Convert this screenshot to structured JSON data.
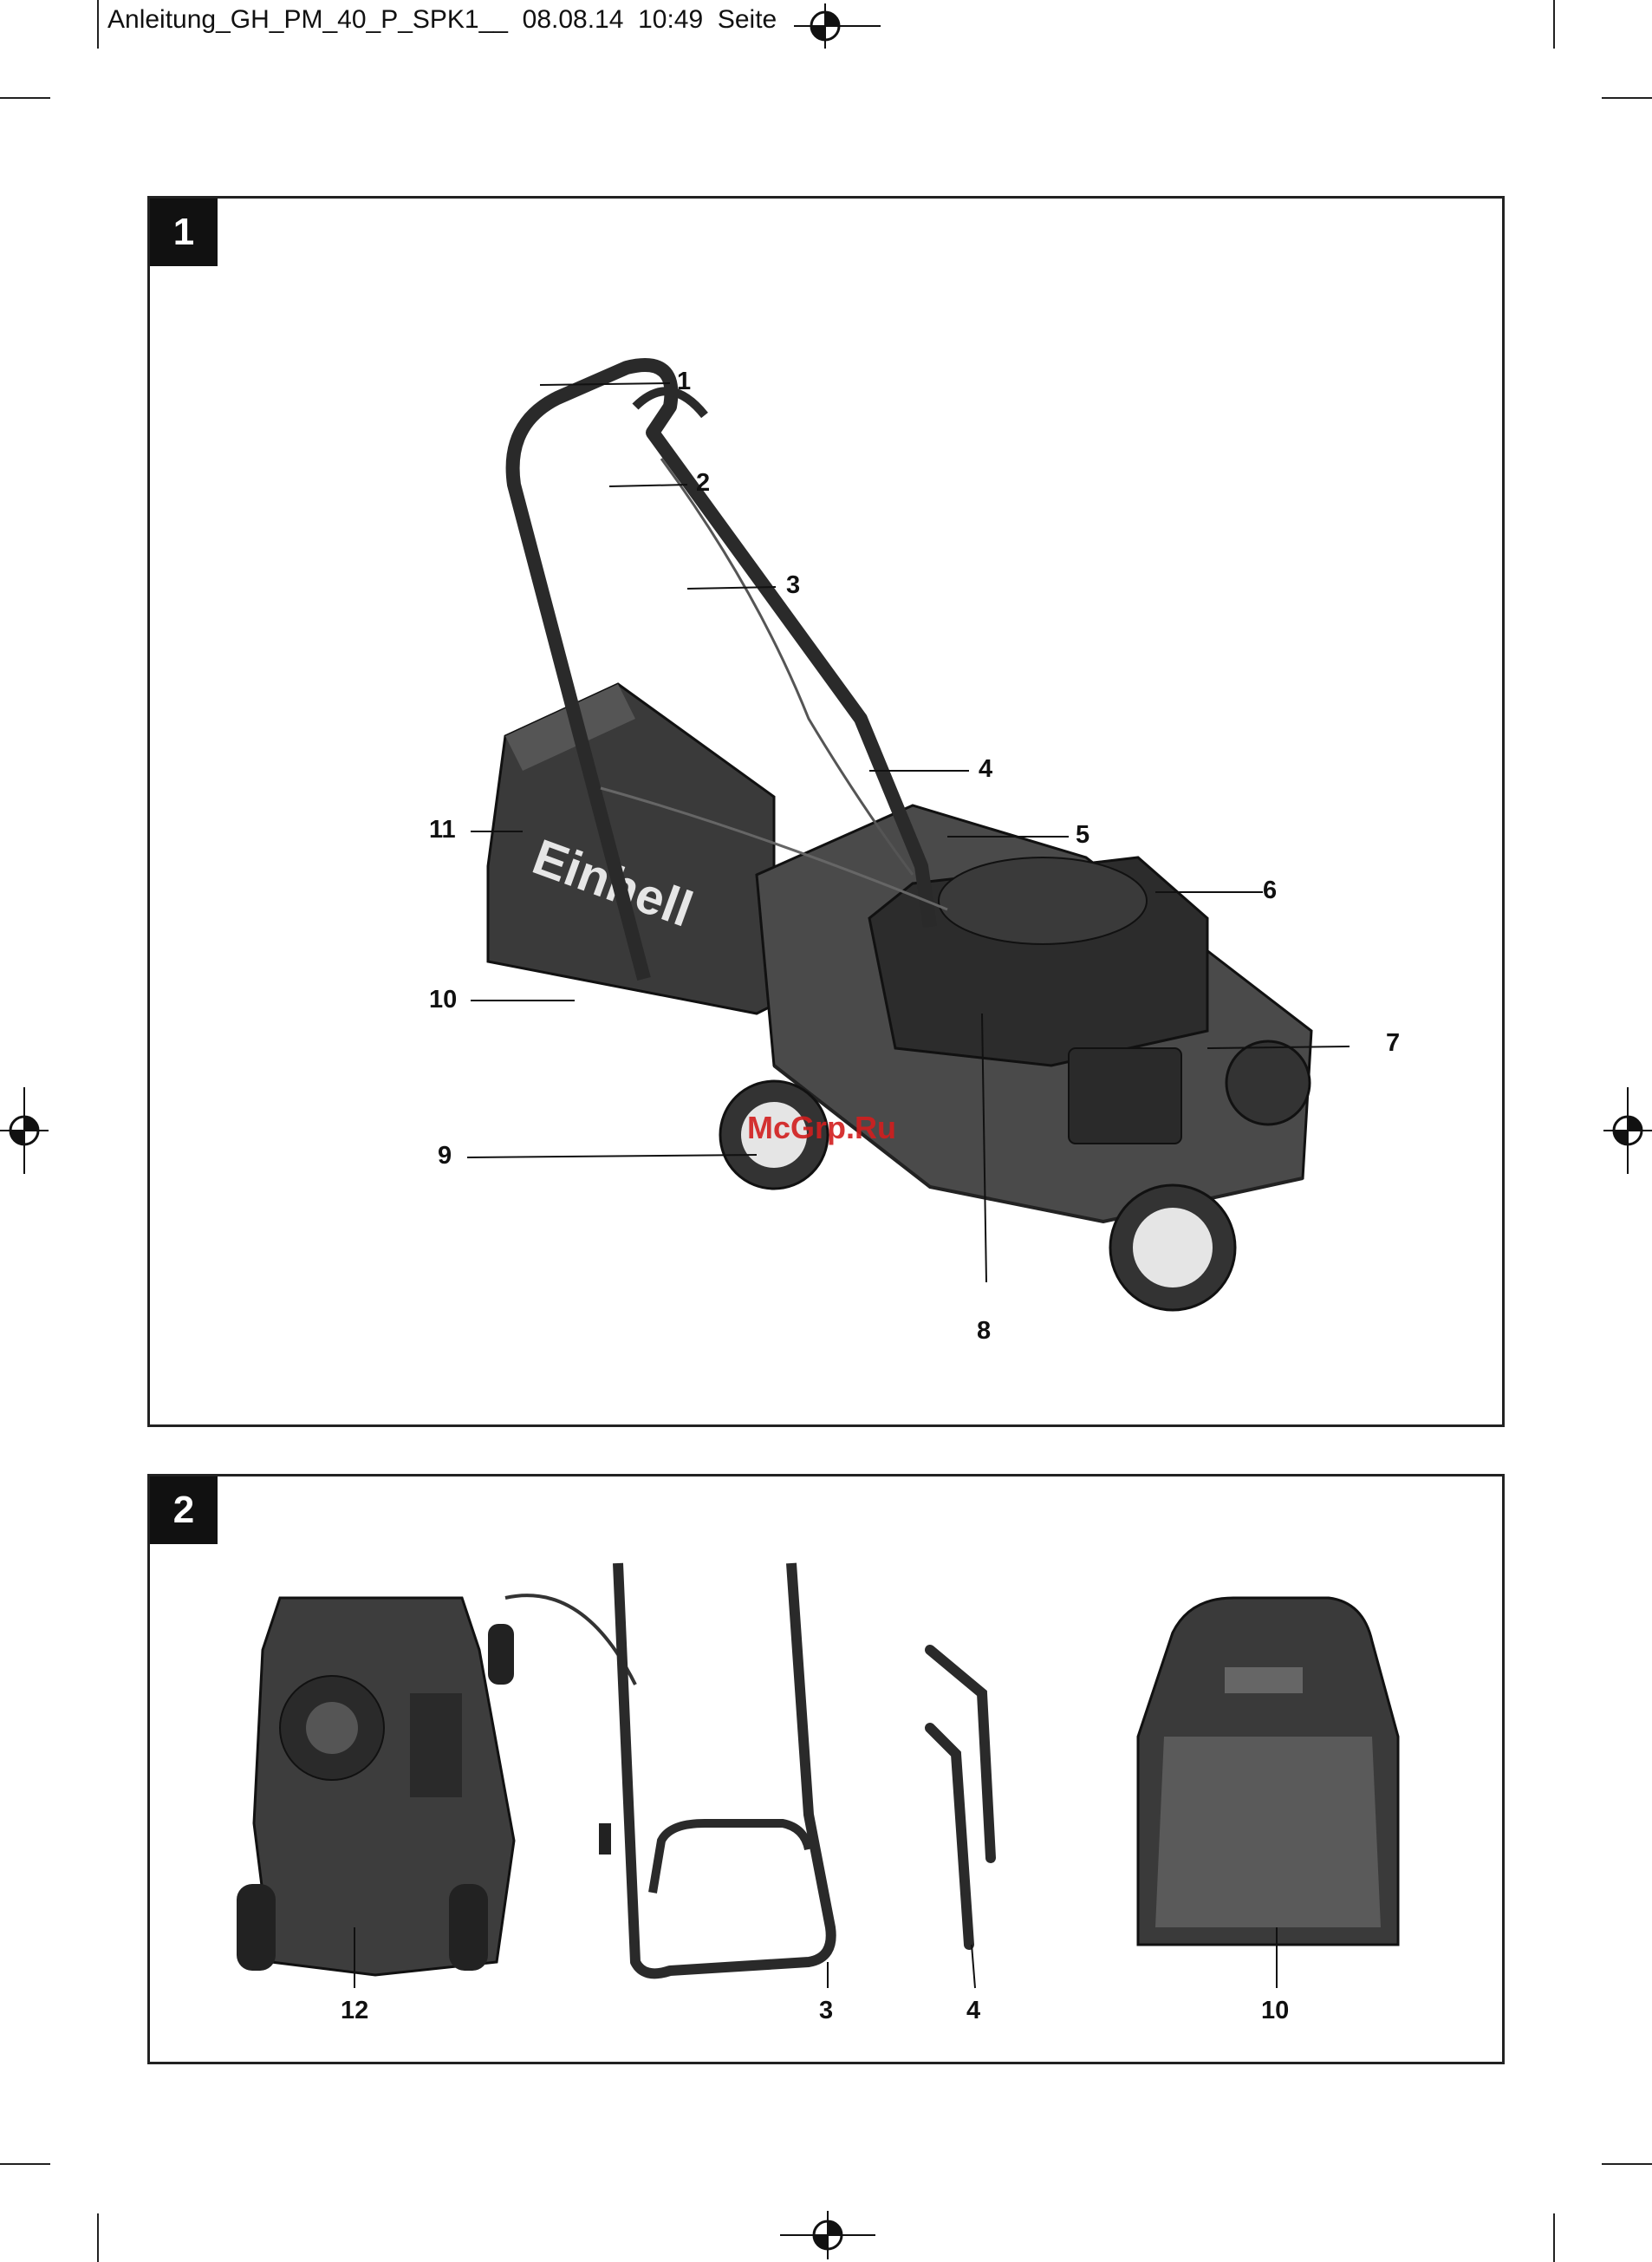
{
  "header": {
    "filename_line": "Anleitung_GH_PM_40_P_SPK1__  08.08.14  10:49  Seite"
  },
  "watermark": "McGrp.Ru",
  "figure1": {
    "number": "1",
    "brand_on_bag": "Einhell",
    "callouts": [
      "1",
      "2",
      "3",
      "4",
      "5",
      "6",
      "7",
      "8",
      "9",
      "10",
      "11"
    ]
  },
  "figure2": {
    "number": "2",
    "callouts": [
      "12",
      "3",
      "4",
      "10"
    ]
  },
  "colors": {
    "ink": "#111111",
    "panel_border": "#222222",
    "watermark": "#d21e1e"
  }
}
